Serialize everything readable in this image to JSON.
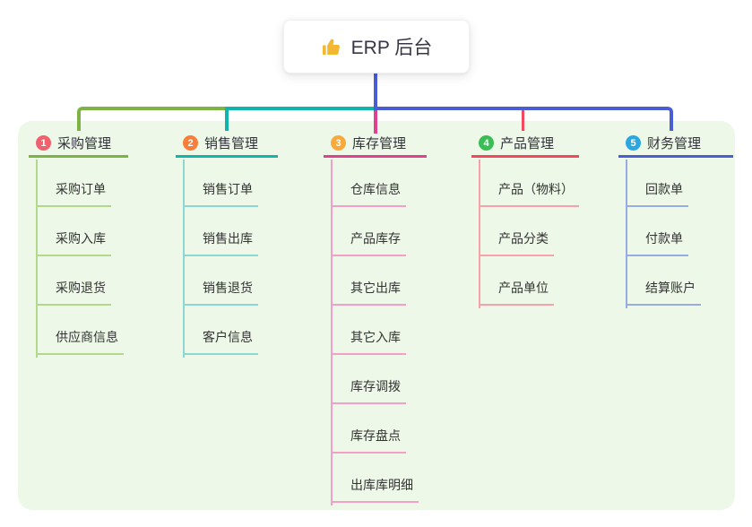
{
  "root": {
    "label": "ERP 后台",
    "icon": "thumbs-up-icon",
    "icon_color": "#f3b831",
    "stem_color": "#4a5ed4"
  },
  "canvas": {
    "background": "#ffffff",
    "panel_color": "#edf8e8"
  },
  "branches": [
    {
      "badge": "1",
      "badge_color": "#f25f6d",
      "line_color": "#7cb342",
      "line_light": "#b2d98a",
      "title": "采购管理",
      "items": [
        "采购订单",
        "采购入库",
        "采购退货",
        "供应商信息"
      ]
    },
    {
      "badge": "2",
      "badge_color": "#f87e3a",
      "line_color": "#0fb5aa",
      "line_light": "#8cd8d0",
      "title": "销售管理",
      "items": [
        "销售订单",
        "销售出库",
        "销售退货",
        "客户信息"
      ]
    },
    {
      "badge": "3",
      "badge_color": "#f9a93a",
      "line_color": "#e0418f",
      "line_light": "#f2a0c8",
      "title": "库存管理",
      "items": [
        "仓库信息",
        "产品库存",
        "其它出库",
        "其它入库",
        "库存调拨",
        "库存盘点",
        "出库库明细"
      ]
    },
    {
      "badge": "4",
      "badge_color": "#3abd55",
      "line_color": "#f4495d",
      "line_light": "#f7a2ab",
      "title": "产品管理",
      "items": [
        "产品（物料）",
        "产品分类",
        "产品单位"
      ]
    },
    {
      "badge": "5",
      "badge_color": "#2aa7e1",
      "line_color": "#4a5ed4",
      "line_light": "#97abe4",
      "title": "财务管理",
      "items": [
        "回款单",
        "付款单",
        "结算账户"
      ]
    }
  ]
}
